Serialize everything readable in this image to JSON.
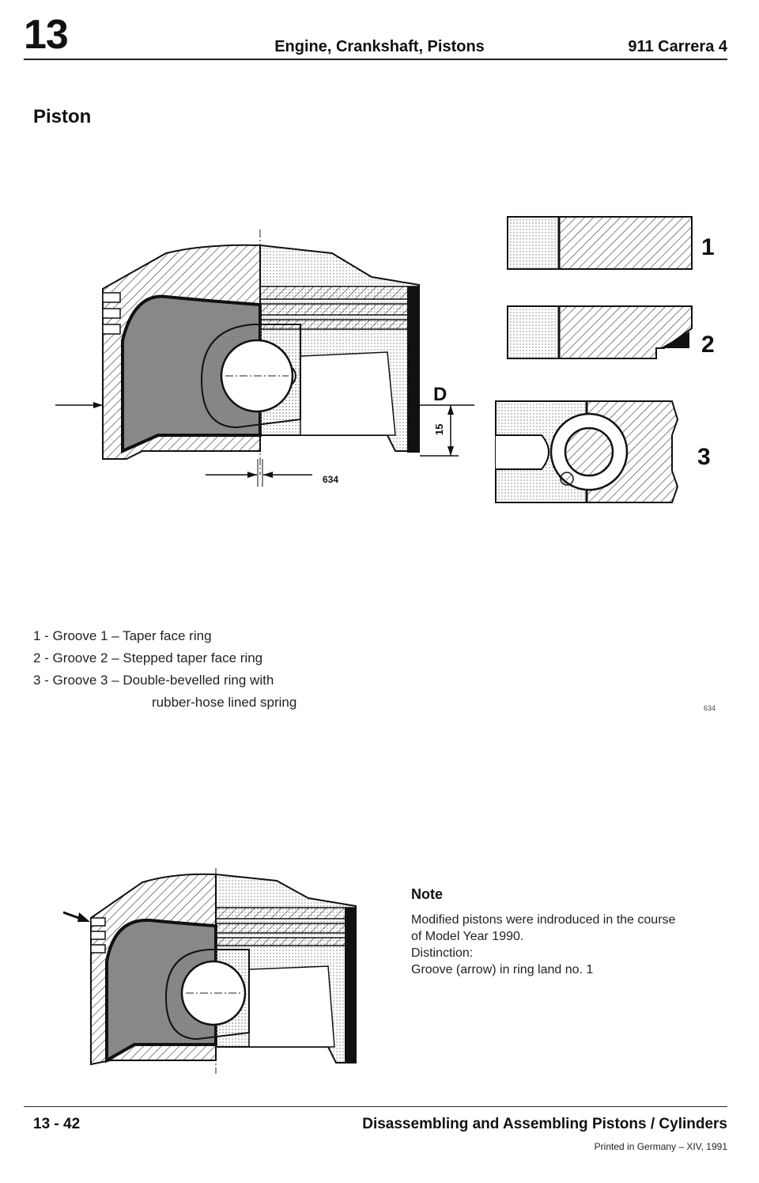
{
  "header": {
    "chapter": "13",
    "title": "Engine, Crankshaft, Pistons",
    "model": "911 Carrera 4"
  },
  "section_title": "Piston",
  "figure1": {
    "label_d": "D",
    "label_15": "15",
    "ref": "634"
  },
  "ring_callouts": [
    "1",
    "2",
    "3"
  ],
  "legend": [
    {
      "text": "1 - Groove 1 – Taper face ring"
    },
    {
      "text": "2 - Groove 2 – Stepped taper face ring"
    },
    {
      "text": "3 - Groove 3 – Double-bevelled ring with"
    },
    {
      "text": "rubber-hose lined spring"
    }
  ],
  "figure_ref_small": "634",
  "note": {
    "title": "Note",
    "lines": [
      "Modified pistons were indroduced in the course",
      "of Model Year 1990.",
      "Distinction:",
      "Groove (arrow) in ring land no. 1"
    ]
  },
  "footer": {
    "page": "13 - 42",
    "section": "Disassembling and Assembling Pistons / Cylinders",
    "printed": "Printed in Germany – XIV, 1991"
  }
}
